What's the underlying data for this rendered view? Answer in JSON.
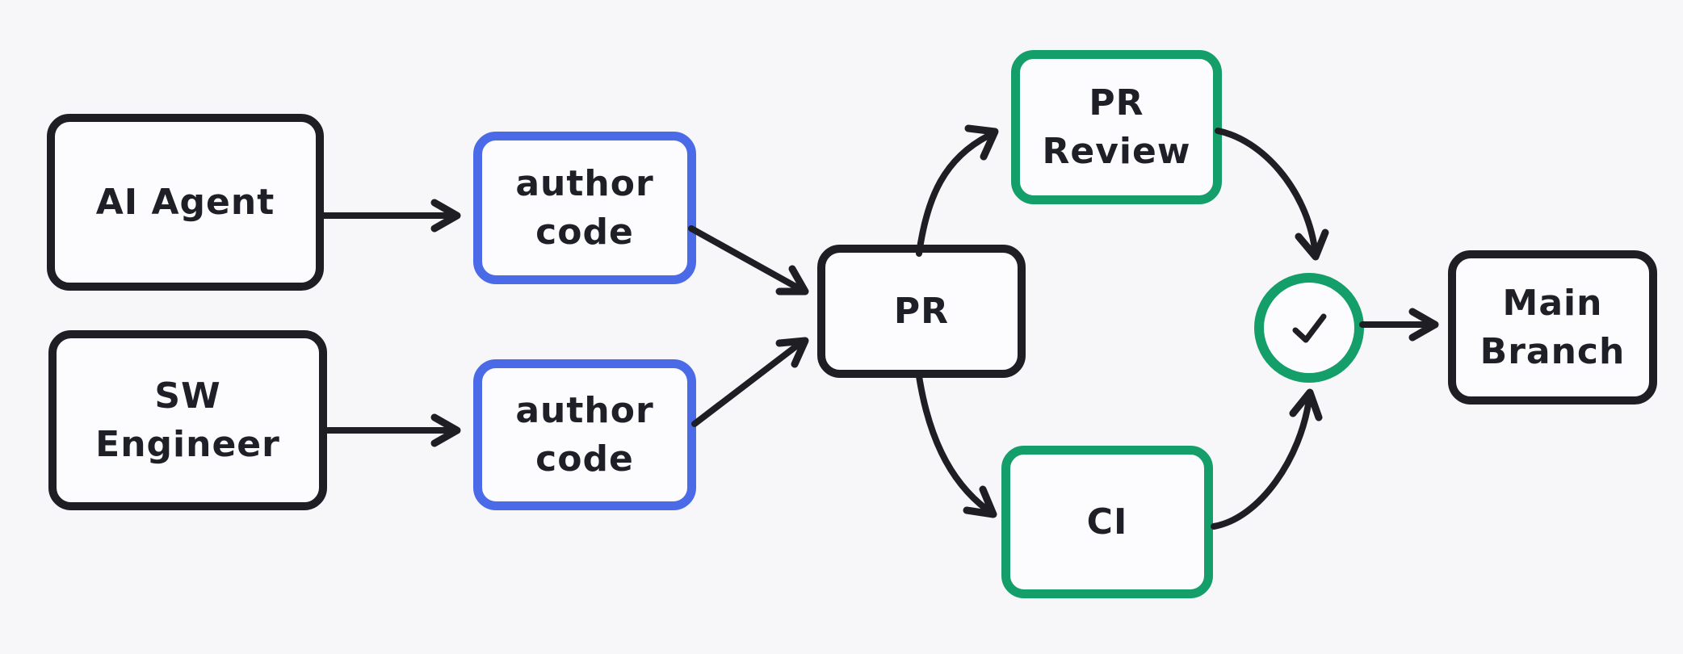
{
  "diagram_title": "PR workflow with AI agent and software engineer",
  "colors": {
    "black": "#1e1e24",
    "blue": "#4a6ae8",
    "green": "#149e69",
    "background": "#f7f7fa",
    "box_fill": "#fcfcfe",
    "text": "#1f1f27"
  },
  "nodes": {
    "ai_agent": {
      "label": "AI Agent",
      "border_color": "#1e1e24"
    },
    "sw_engineer": {
      "label": "SW\nEngineer",
      "border_color": "#1e1e24"
    },
    "author_code_1": {
      "label": "author\ncode",
      "border_color": "#4a6ae8"
    },
    "author_code_2": {
      "label": "author\ncode",
      "border_color": "#4a6ae8"
    },
    "pr": {
      "label": "PR",
      "border_color": "#1e1e24"
    },
    "pr_review": {
      "label": "PR\nReview",
      "border_color": "#149e69"
    },
    "ci": {
      "label": "CI",
      "border_color": "#149e69"
    },
    "approval": {
      "icon": "checkmark-icon",
      "border_color": "#149e69"
    },
    "main_branch": {
      "label": "Main\nBranch",
      "border_color": "#1e1e24"
    }
  },
  "edges": [
    {
      "from": "ai_agent",
      "to": "author_code_1"
    },
    {
      "from": "sw_engineer",
      "to": "author_code_2"
    },
    {
      "from": "author_code_1",
      "to": "pr"
    },
    {
      "from": "author_code_2",
      "to": "pr"
    },
    {
      "from": "pr",
      "to": "pr_review"
    },
    {
      "from": "pr",
      "to": "ci"
    },
    {
      "from": "pr_review",
      "to": "approval"
    },
    {
      "from": "ci",
      "to": "approval"
    },
    {
      "from": "approval",
      "to": "main_branch"
    }
  ]
}
